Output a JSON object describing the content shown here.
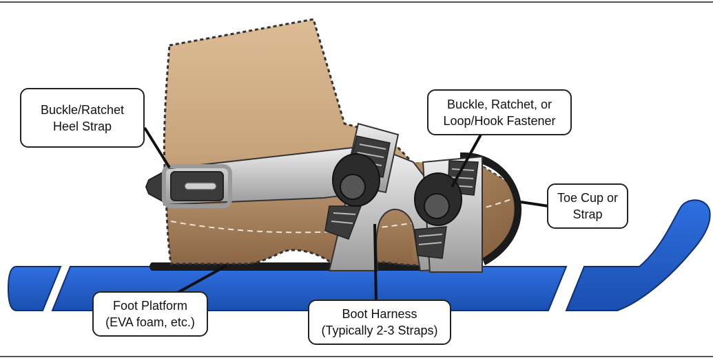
{
  "labels": {
    "heel_strap": {
      "line1": "Buckle/Ratchet",
      "line2": "Heel Strap"
    },
    "fastener": {
      "line1": "Buckle, Ratchet, or",
      "line2": "Loop/Hook Fastener"
    },
    "toe_cup": {
      "line1": "Toe Cup or",
      "line2": "Strap"
    },
    "foot_platform": {
      "line1": "Foot Platform",
      "line2": "(EVA foam, etc.)"
    },
    "boot_harness": {
      "line1": "Boot Harness",
      "line2": "(Typically 2-3 Straps)"
    }
  },
  "colors": {
    "ski_blue": "#1e5bc6",
    "boot_tan": "#cfae86",
    "boot_brown": "#9a7451",
    "strap_gray": "#c9c9c9",
    "ratchet_dark": "#2b2b2b",
    "outline": "#222222"
  }
}
